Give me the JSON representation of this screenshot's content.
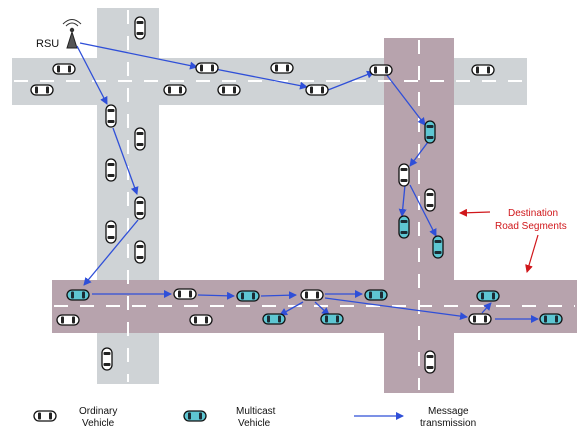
{
  "diagram": {
    "rsu_label": "RSU",
    "destination_label_line1": "Destination",
    "destination_label_line2": "Road Segments",
    "legend": {
      "ordinary_line1": "Ordinary",
      "ordinary_line2": "Vehicle",
      "multicast_line1": "Multicast",
      "multicast_line2": "Vehicle",
      "message_line1": "Message",
      "message_line2": "transmission"
    }
  },
  "colors": {
    "road_gray": "#cfd3d6",
    "road_destination": "#b7a3ad",
    "arrow": "#2f4fd8",
    "annotation": "#d0171b",
    "multicast": "#5ec6d2"
  }
}
